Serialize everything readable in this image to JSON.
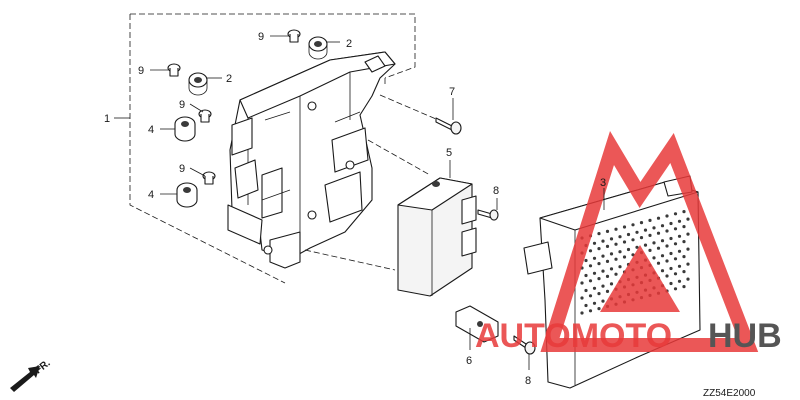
{
  "diagram": {
    "callouts": [
      {
        "id": "c1",
        "label": "1"
      },
      {
        "id": "c2a",
        "label": "2"
      },
      {
        "id": "c2b",
        "label": "2"
      },
      {
        "id": "c3",
        "label": "3"
      },
      {
        "id": "c4a",
        "label": "4"
      },
      {
        "id": "c4b",
        "label": "4"
      },
      {
        "id": "c5",
        "label": "5"
      },
      {
        "id": "c6",
        "label": "6"
      },
      {
        "id": "c7",
        "label": "7"
      },
      {
        "id": "c8a",
        "label": "8"
      },
      {
        "id": "c8b",
        "label": "8"
      },
      {
        "id": "c9a",
        "label": "9"
      },
      {
        "id": "c9b",
        "label": "9"
      },
      {
        "id": "c9c",
        "label": "9"
      },
      {
        "id": "c9d",
        "label": "9"
      }
    ],
    "diagram_code": "ZZ54E2000",
    "direction_label": "FR."
  },
  "watermark": {
    "text_part1": "AUTOMOTO",
    "text_part2": "HUB",
    "color_red": "#e83a3a",
    "color_gray": "#555555"
  }
}
